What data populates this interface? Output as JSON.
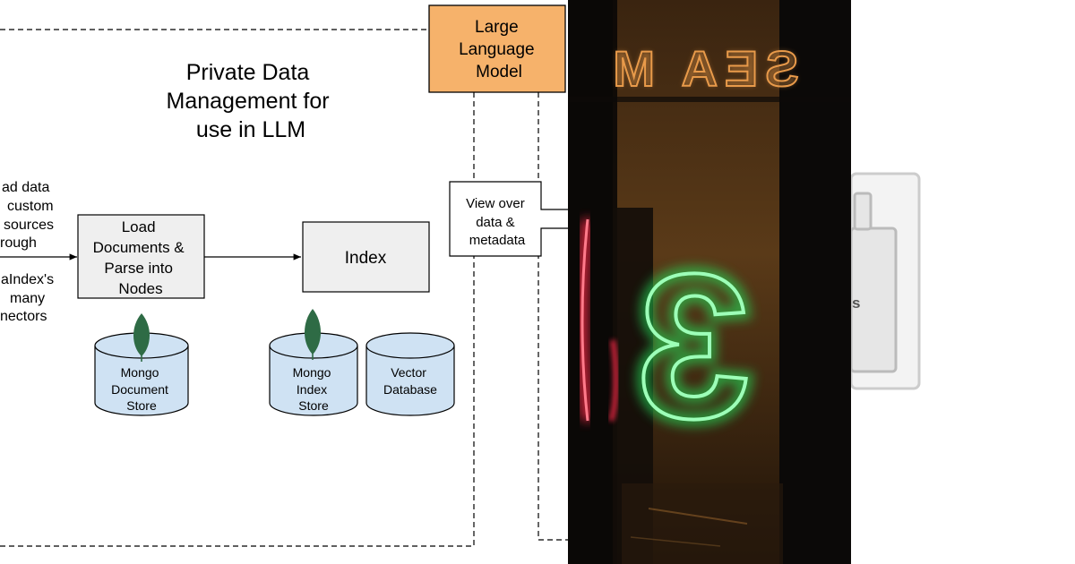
{
  "diagram": {
    "title_lines": [
      "Private Data",
      "Management for",
      "use in LLM"
    ],
    "llm_lines": [
      "Large",
      "Language",
      "Model"
    ],
    "left_text_a": [
      "ad data",
      "custom",
      "sources",
      "rough"
    ],
    "left_text_b": [
      "aIndex's",
      "many",
      "nectors"
    ],
    "load_lines": [
      "Load",
      "Documents &",
      "Parse into",
      "Nodes"
    ],
    "index_label": "Index",
    "view_lines": [
      "View over",
      "data &",
      "metadata"
    ],
    "doc_store_lines": [
      "Mongo",
      "Document",
      "Store"
    ],
    "index_store_lines": [
      "Mongo",
      "Index",
      "Store"
    ],
    "vector_db_lines": [
      "Vector",
      "Database"
    ],
    "mongo_icon": "leaf-icon"
  },
  "photo": {
    "sign_text": "SEA M",
    "neon_glyph": "3"
  },
  "side": {
    "partial_text": "s",
    "icon": "clipboard-icon"
  },
  "colors": {
    "llm_fill": "#f6b26b",
    "box_fill": "#efefef",
    "cylinder_fill": "#cfe2f3",
    "mongo_leaf": "#2e6b45",
    "neon_green": "#22e05a",
    "neon_red": "#ff2a4a",
    "sign_orange": "#e89a4a"
  }
}
